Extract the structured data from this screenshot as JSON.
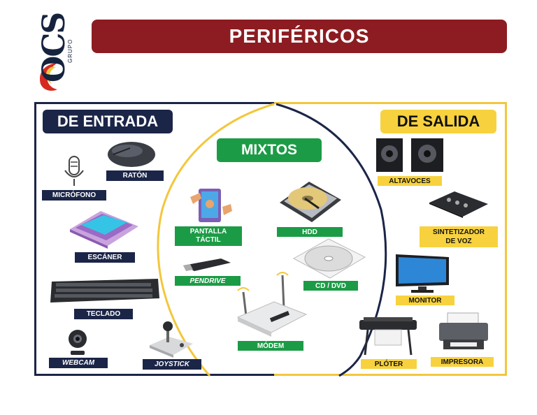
{
  "logo": {
    "text": "OCS",
    "subtext": "GRUPO"
  },
  "title": "PERIFÉRICOS",
  "colors": {
    "navy": "#1b2547",
    "yellow": "#f7d23e",
    "green": "#1c9b46",
    "title_bar": "#8c1c21"
  },
  "sections": {
    "input": {
      "label": "DE ENTRADA",
      "devices": [
        "RATÓN",
        "MICRÓFONO",
        "ESCÁNER",
        "TECLADO",
        "WEBCAM",
        "JOYSTICK"
      ]
    },
    "mixed": {
      "label": "MIXTOS",
      "devices": [
        "PANTALLA TÁCTIL",
        "HDD",
        "PENDRIVE",
        "CD / DVD",
        "MÓDEM"
      ]
    },
    "output": {
      "label": "DE SALIDA",
      "devices": [
        "ALTAVOCES",
        "SINTETIZADOR DE VOZ",
        "MONITOR",
        "PLÓTER",
        "IMPRESORA"
      ]
    }
  },
  "labels": {
    "raton": "RATÓN",
    "microfono": "MICRÓFONO",
    "escaner": "ESCÁNER",
    "teclado": "TECLADO",
    "webcam": "WEBCAM",
    "joystick": "JOYSTICK",
    "pantalla_1": "PANTALLA",
    "pantalla_2": "TÁCTIL",
    "hdd": "HDD",
    "pendrive": "PENDRIVE",
    "cd_dvd": "CD / DVD",
    "modem": "MÓDEM",
    "altavoces": "ALTAVOCES",
    "sintetizador_1": "SINTETIZADOR",
    "sintetizador_2": "DE VOZ",
    "monitor": "MONITOR",
    "ploter": "PLÓTER",
    "impresora": "IMPRESORA"
  }
}
